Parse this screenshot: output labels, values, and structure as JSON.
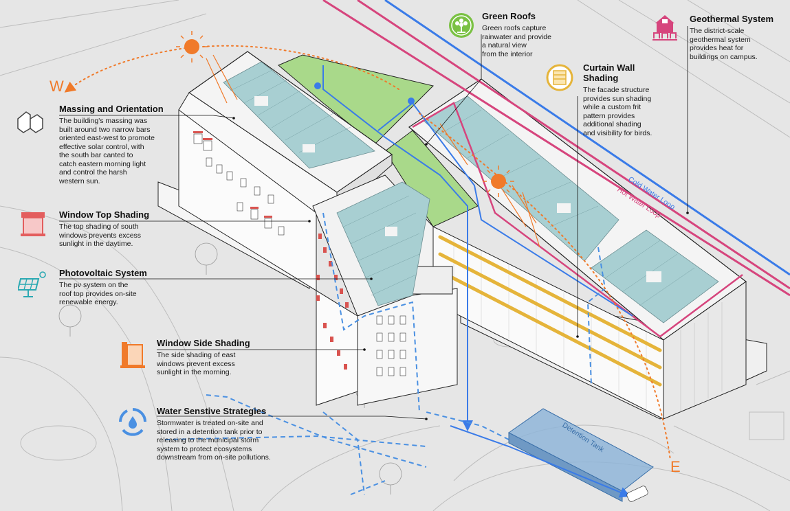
{
  "compass": {
    "west": "W",
    "east": "E"
  },
  "loops": {
    "cold": "Cold Water Loop",
    "hot": "Hot Water Loop",
    "tank": "Detention Tank"
  },
  "colors": {
    "cold_loop": "#3a7be8",
    "hot_loop": "#d6457d",
    "sun": "#f07a2a",
    "green_roof": "#a9d98a",
    "pv_panel": "#a8cfd2",
    "shading": "#e5b43a",
    "stormwater": "#4a90e2"
  },
  "labels": [
    {
      "id": "massing",
      "icon": "massing-icon",
      "title": "Massing and Orientation",
      "desc": [
        "The building's massing was",
        "built around two narrow bars",
        "oriented east-west to promote",
        "effective solar control, with",
        "the south bar canted to",
        "catch eastern morning light",
        "and control the harsh",
        "western sun."
      ]
    },
    {
      "id": "window-top",
      "icon": "window-top-shading-icon",
      "title": "Window Top Shading",
      "desc": [
        "The top shading of south",
        "windows prevents excess",
        "sunlight in the daytime."
      ]
    },
    {
      "id": "pv",
      "icon": "solar-panel-icon",
      "title": "Photovoltaic System",
      "desc": [
        "The pv system on the",
        "roof top provides on-site",
        "renewable energy."
      ]
    },
    {
      "id": "window-side",
      "icon": "window-side-shading-icon",
      "title": "Window Side Shading",
      "desc": [
        "The side shading of east",
        "windows prevent excess",
        "sunlight in the morning."
      ]
    },
    {
      "id": "water",
      "icon": "water-cycle-icon",
      "title": "Water Senstive Strategies",
      "desc": [
        "Stormwater is treated on-site and",
        "stored in a detention tank prior to",
        "releasing to the municipal storm",
        "system to protect ecosystems",
        "downstream from on-site pollutions."
      ]
    },
    {
      "id": "green-roof",
      "icon": "green-roof-icon",
      "title": "Green Roofs",
      "desc": [
        "Green roofs capture",
        "rainwater and provide",
        "a natural view",
        "from the interior"
      ]
    },
    {
      "id": "curtain",
      "icon": "curtain-wall-icon",
      "title": "Curtain Wall Shading",
      "desc": [
        "The facade structure",
        "provides sun shading",
        "while a custom frit",
        "pattern provides",
        "additional shading",
        "and visibility for birds."
      ]
    },
    {
      "id": "geo",
      "icon": "geothermal-icon",
      "title": "Geothermal System",
      "desc": [
        "The district-scale",
        "geothermal system",
        "provides heat for",
        "buildings on campus."
      ]
    }
  ]
}
